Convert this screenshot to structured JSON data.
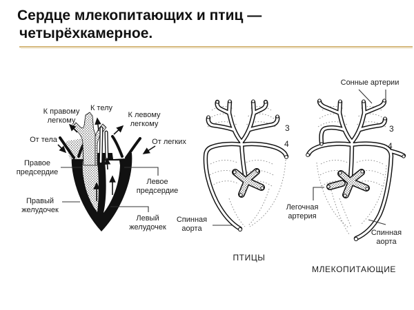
{
  "title": {
    "line1": "Сердце млекопитающих и птиц —",
    "line2": "четырёхкамерное."
  },
  "colors": {
    "underline": "#d4b678",
    "ink": "#1a1a1a",
    "dash": "#8f8f8f"
  },
  "heart_diagram": {
    "labels": {
      "to_right_lung": "К правому легкому",
      "to_body": "К телу",
      "to_left_lung": "К левому легкому",
      "from_body": "От тела",
      "from_lungs": "От легких",
      "right_atrium": "Правое предсердие",
      "left_atrium": "Левое предсердие",
      "right_ventricle": "Правый желудочек",
      "left_ventricle": "Левый желудочек"
    }
  },
  "birds_diagram": {
    "caption": "ПТИЦЫ",
    "labels": {
      "dorsal_aorta": "Спинная аорта",
      "arch_3": "3",
      "arch_4": "4"
    }
  },
  "mammals_diagram": {
    "caption": "МЛЕКОПИТАЮЩИЕ",
    "labels": {
      "carotid_arteries": "Сонные артерии",
      "pulmonary_artery": "Легочная артерия",
      "dorsal_aorta": "Спинная аорта",
      "arch_3": "3",
      "arch_4": "4"
    }
  }
}
